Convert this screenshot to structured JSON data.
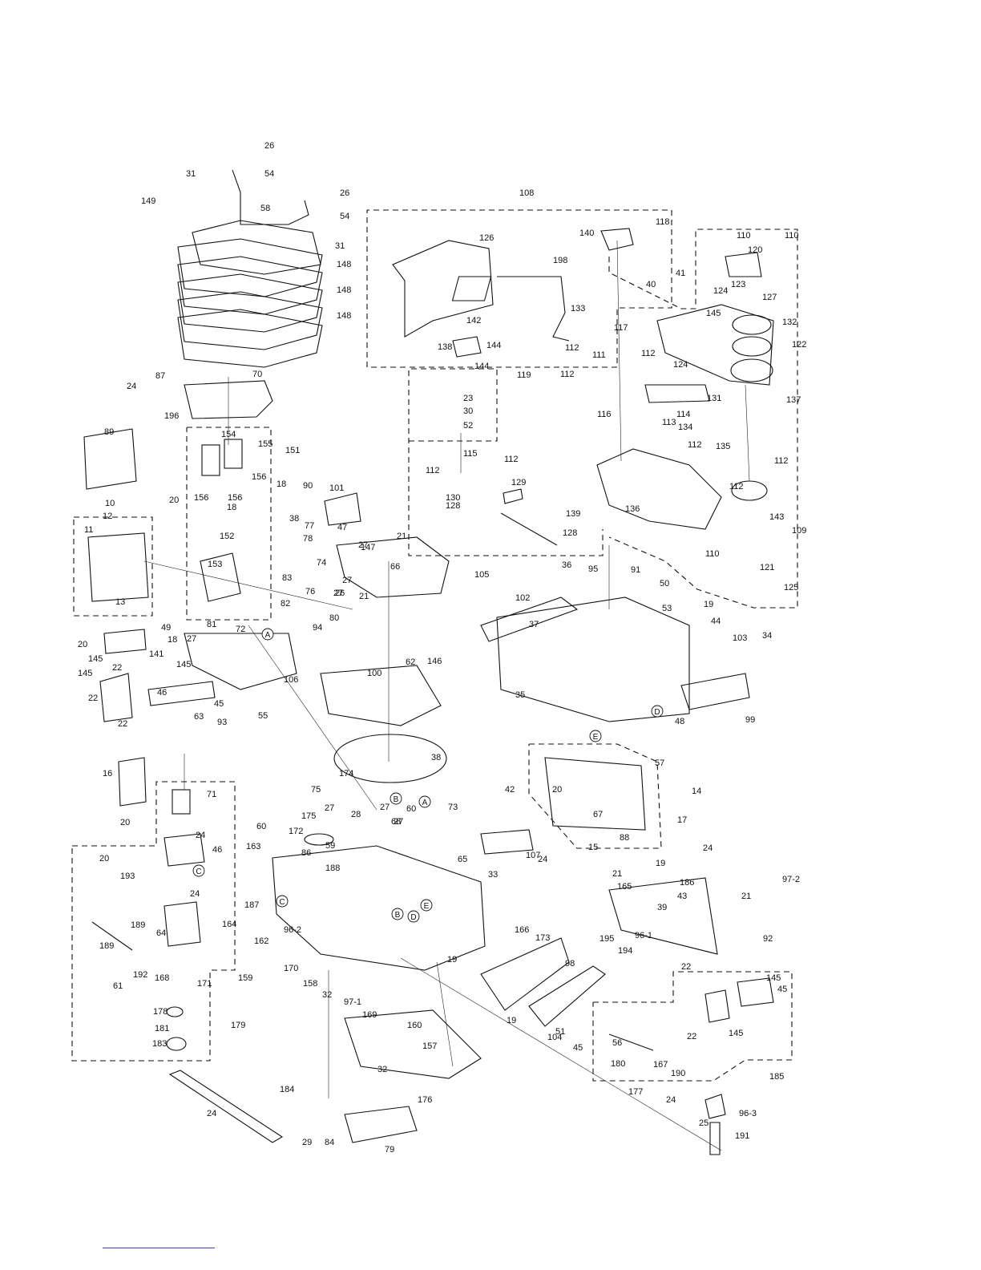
{
  "part_numbers": [
    "26",
    "54",
    "31",
    "149",
    "26",
    "54",
    "58",
    "31",
    "148",
    "148",
    "148",
    "108",
    "140",
    "118",
    "110",
    "110",
    "120",
    "126",
    "198",
    "40",
    "41",
    "123",
    "133",
    "117",
    "124",
    "127",
    "145",
    "132",
    "142",
    "144",
    "112",
    "122",
    "138",
    "144",
    "119",
    "112",
    "111",
    "112",
    "124",
    "137",
    "24",
    "87",
    "70",
    "196",
    "23",
    "30",
    "52",
    "116",
    "114",
    "131",
    "113",
    "134",
    "89",
    "154",
    "155",
    "151",
    "156",
    "156",
    "156",
    "115",
    "112",
    "112",
    "112",
    "135",
    "112",
    "18",
    "90",
    "101",
    "130",
    "128",
    "129",
    "136",
    "143",
    "112",
    "10",
    "20",
    "12",
    "11",
    "18",
    "38",
    "47",
    "77",
    "27",
    "147",
    "139",
    "128",
    "109",
    "21",
    "152",
    "78",
    "66",
    "105",
    "95",
    "91",
    "110",
    "121",
    "153",
    "83",
    "74",
    "27",
    "36",
    "50",
    "125",
    "13",
    "82",
    "76",
    "27",
    "26",
    "21",
    "102",
    "37",
    "81",
    "72",
    "94",
    "80",
    "19",
    "44",
    "53",
    "20",
    "49",
    "18",
    "27",
    "141",
    "146",
    "103",
    "34",
    "145",
    "22",
    "145",
    "145",
    "46",
    "22",
    "62",
    "45",
    "106",
    "100",
    "22",
    "63",
    "55",
    "35",
    "99",
    "93",
    "48",
    "38",
    "57",
    "20",
    "16",
    "71",
    "174",
    "75",
    "27",
    "73",
    "42",
    "67",
    "17",
    "14",
    "20",
    "24",
    "175",
    "28",
    "27",
    "68",
    "60",
    "27",
    "60",
    "46",
    "172",
    "59",
    "88",
    "15",
    "20",
    "163",
    "86",
    "107",
    "65",
    "24",
    "24",
    "21",
    "19",
    "186",
    "97-2",
    "193",
    "188",
    "33",
    "165",
    "43",
    "39",
    "21",
    "24",
    "187",
    "96-2",
    "164",
    "189",
    "189",
    "162",
    "166",
    "173",
    "96-1",
    "92",
    "64",
    "192",
    "61",
    "168",
    "171",
    "159",
    "170",
    "158",
    "32",
    "97-1",
    "19",
    "195",
    "194",
    "98",
    "22",
    "145",
    "45",
    "178",
    "181",
    "179",
    "169",
    "160",
    "157",
    "19",
    "51",
    "104",
    "45",
    "56",
    "22",
    "145",
    "183",
    "32",
    "180",
    "167",
    "190",
    "177",
    "185",
    "184",
    "176",
    "24",
    "25",
    "96-3",
    "24",
    "29",
    "84",
    "79",
    "191",
    "25",
    "69",
    "85"
  ],
  "callouts": [
    "A",
    "A",
    "B",
    "B",
    "C",
    "C",
    "D",
    "D",
    "E",
    "E"
  ]
}
